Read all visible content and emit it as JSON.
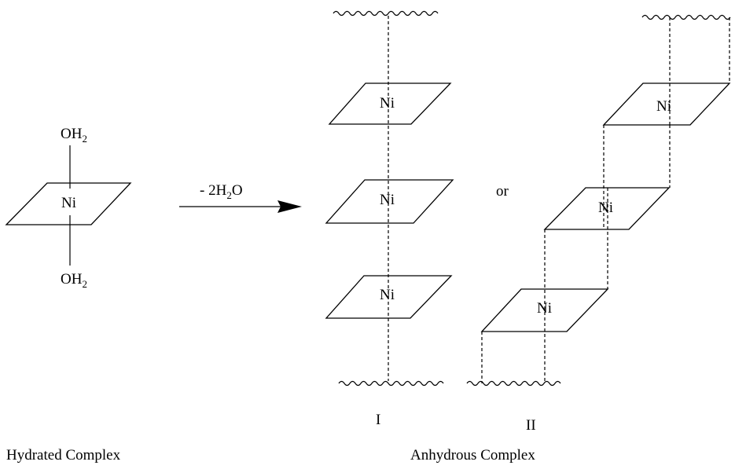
{
  "hydrated": {
    "metal": "Ni",
    "ligand_top": {
      "main": "OH",
      "sub": "2"
    },
    "ligand_bottom": {
      "main": "OH",
      "sub": "2"
    },
    "caption": "Hydrated Complex"
  },
  "reaction": {
    "label_prefix": "- 2H",
    "label_sub": "2",
    "label_suffix": "O"
  },
  "anhydrous": {
    "structure_I": {
      "metals": [
        "Ni",
        "Ni",
        "Ni"
      ],
      "label": "I"
    },
    "connector": "or",
    "structure_II": {
      "metals": [
        "Ni",
        "Ni",
        "Ni"
      ],
      "label": "II"
    },
    "caption": "Anhydrous Complex"
  }
}
